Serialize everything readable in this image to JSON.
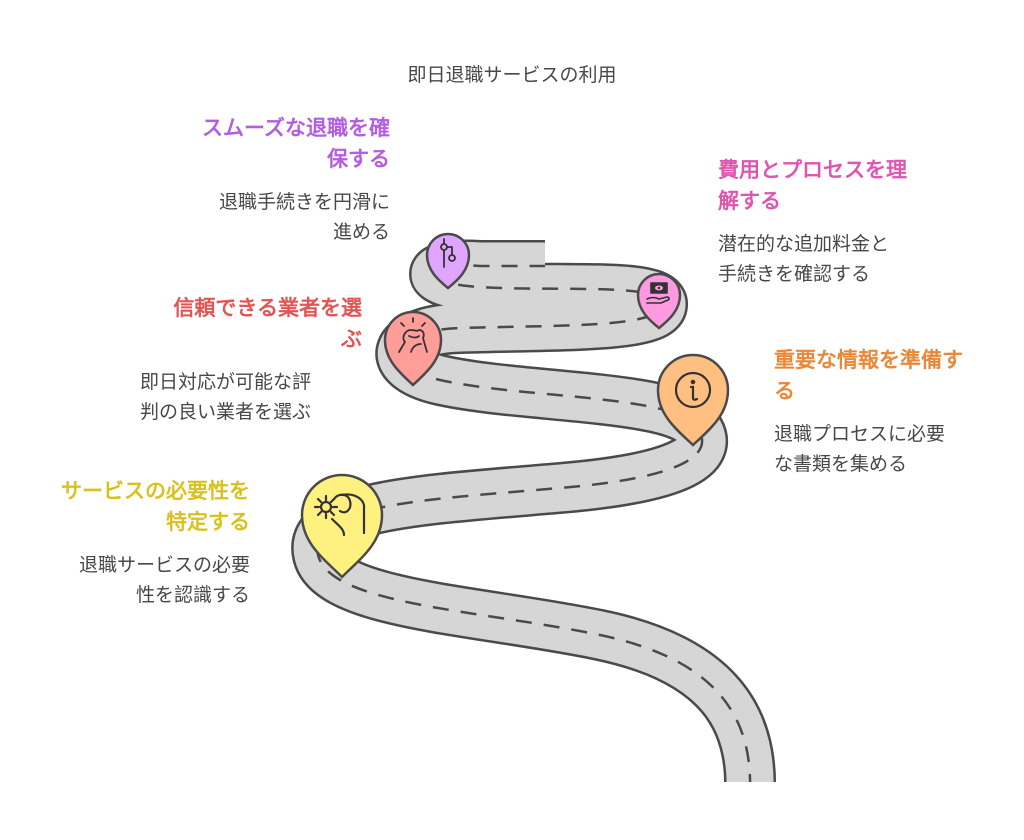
{
  "title": "即日退職サービスの利用",
  "steps": [
    {
      "id": "identify-need",
      "heading": "サービスの必要性を特定する",
      "heading_lines": [
        "サービスの必要性を",
        "特定する"
      ],
      "description_lines": [
        "退職サービスの必要",
        "性を認識する"
      ],
      "color": "#d9c21f",
      "pin_color": "#fff17f",
      "icon": "gear-hand-icon"
    },
    {
      "id": "prepare-info",
      "heading": "重要な情報を準備する",
      "heading_lines": [
        "重要な情報を準備す",
        "る"
      ],
      "description_lines": [
        "退職プロセスに必要",
        "な書類を集める"
      ],
      "color": "#e8893a",
      "pin_color": "#ffbf80",
      "icon": "info-icon"
    },
    {
      "id": "choose-vendor",
      "heading": "信頼できる業者を選ぶ",
      "heading_lines": [
        "信頼できる業者を選",
        "ぶ"
      ],
      "description_lines": [
        "即日対応が可能な評",
        "判の良い業者を選ぶ"
      ],
      "color": "#e35555",
      "pin_color": "#ff9e99",
      "icon": "handshake-icon"
    },
    {
      "id": "understand-cost",
      "heading": "費用とプロセスを理解する",
      "heading_lines": [
        "費用とプロセスを理",
        "解する"
      ],
      "description_lines": [
        "潜在的な追加料金と",
        "手続きを確認する"
      ],
      "color": "#e055b0",
      "pin_color": "#ff99e0",
      "icon": "money-hand-icon"
    },
    {
      "id": "smooth-exit",
      "heading": "スムーズな退職を確保する",
      "heading_lines": [
        "スムーズな退職を確",
        "保する"
      ],
      "description_lines": [
        "退職手続きを円滑に",
        "進める"
      ],
      "color": "#b35ee0",
      "pin_color": "#e0a6ff",
      "icon": "route-icon"
    }
  ],
  "colors": {
    "road_fill": "#d6d6d6",
    "road_stroke": "#4a4a4a",
    "text": "#484848"
  }
}
